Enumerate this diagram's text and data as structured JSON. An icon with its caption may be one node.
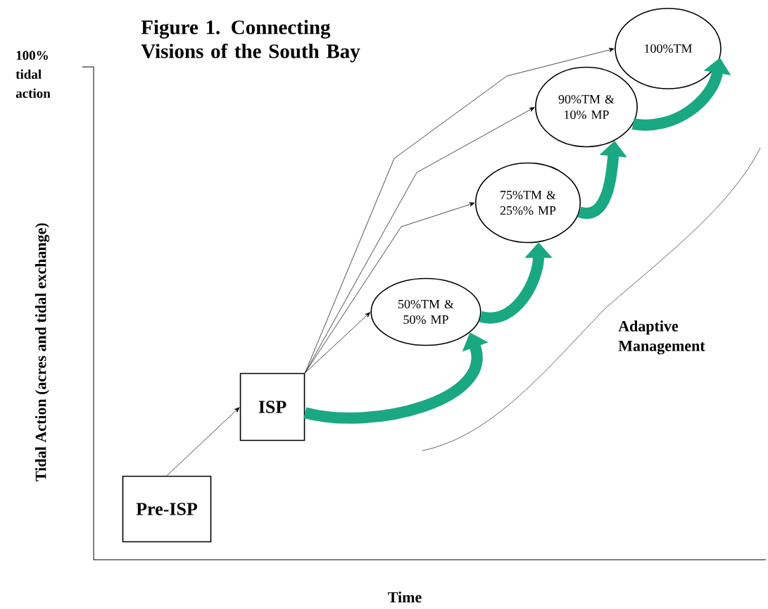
{
  "diagram": {
    "title": "Figure 1. Connecting Visions of the South Bay",
    "nodes": [
      {
        "text": [
          "Pre-ISP"
        ]
      },
      {
        "text": [
          "ISP"
        ]
      },
      {
        "text": [
          "50%TM & 50% MP"
        ]
      },
      {
        "text": [
          "75%TM & 25%% MP"
        ]
      },
      {
        "text": [
          "90%TM & 10% MP"
        ]
      },
      {
        "text": [
          "100%TM"
        ]
      }
    ],
    "edges": [
      {
        "from": 0,
        "to": 1,
        "arrow": "to"
      },
      {
        "from": 1,
        "to": 2,
        "arrow": "to"
      },
      {
        "from": 1,
        "to": 3,
        "arrow": "to"
      },
      {
        "from": 1,
        "to": 4,
        "arrow": "to"
      },
      {
        "from": 1,
        "to": 5,
        "arrow": "to"
      },
      {
        "from": 1,
        "to": 2,
        "arrow": "to",
        "style": "thick",
        "color": "#1aa882"
      },
      {
        "from": 2,
        "to": 3,
        "arrow": "to",
        "style": "thick",
        "color": "#1aa882"
      },
      {
        "from": 3,
        "to": 4,
        "arrow": "to",
        "style": "thick",
        "color": "#1aa882"
      },
      {
        "from": 4,
        "to": 5,
        "arrow": "to",
        "style": "thick",
        "color": "#1aa882"
      }
    ],
    "labels": [
      "100% tidal action",
      "Tidal Action (acres and tidal exchange)",
      "Time",
      "Adaptive Management"
    ]
  }
}
